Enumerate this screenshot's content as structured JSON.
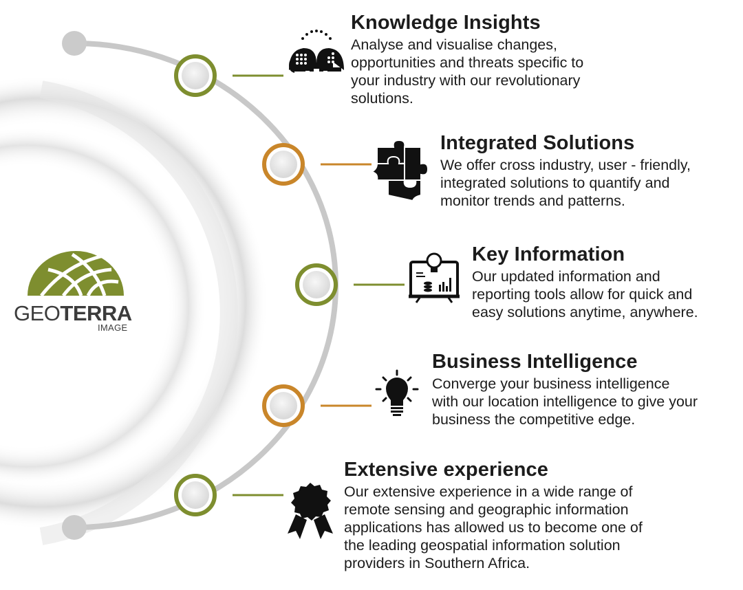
{
  "colors": {
    "green": "#7e8e2f",
    "orange": "#c9862a",
    "arc": "#c6c6c6",
    "node_fill": "#ececec"
  },
  "logo": {
    "word_light": "GEO",
    "word_bold": "TERRA",
    "sub": "IMAGE"
  },
  "items": [
    {
      "title": "Knowledge Insights",
      "accent": "green",
      "icon": "brain-heads-icon",
      "lines": [
        "Analyse and visualise changes,",
        "opportunities and threats specific to",
        "your industry with our revolutionary",
        "solutions."
      ]
    },
    {
      "title": "Integrated Solutions",
      "accent": "orange",
      "icon": "puzzle-icon",
      "lines": [
        "We offer cross industry, user - friendly,",
        "integrated solutions to quantify and",
        "monitor trends and patterns."
      ]
    },
    {
      "title": "Key Information",
      "accent": "green",
      "icon": "dashboard-screen-icon",
      "lines": [
        "Our updated information and",
        "reporting tools allow for quick and",
        "easy solutions anytime, anywhere."
      ]
    },
    {
      "title": "Business Intelligence",
      "accent": "orange",
      "icon": "lightbulb-icon",
      "lines": [
        "Converge your business intelligence",
        "with our location intelligence to give your",
        "business the competitive edge."
      ]
    },
    {
      "title": "Extensive experience",
      "accent": "green",
      "icon": "award-ribbon-icon",
      "lines": [
        "Our extensive experience in a wide range of",
        "remote sensing and geographic information",
        "applications has allowed us to become one of",
        "the leading geospatial information solution",
        "providers in Southern Africa."
      ]
    }
  ]
}
